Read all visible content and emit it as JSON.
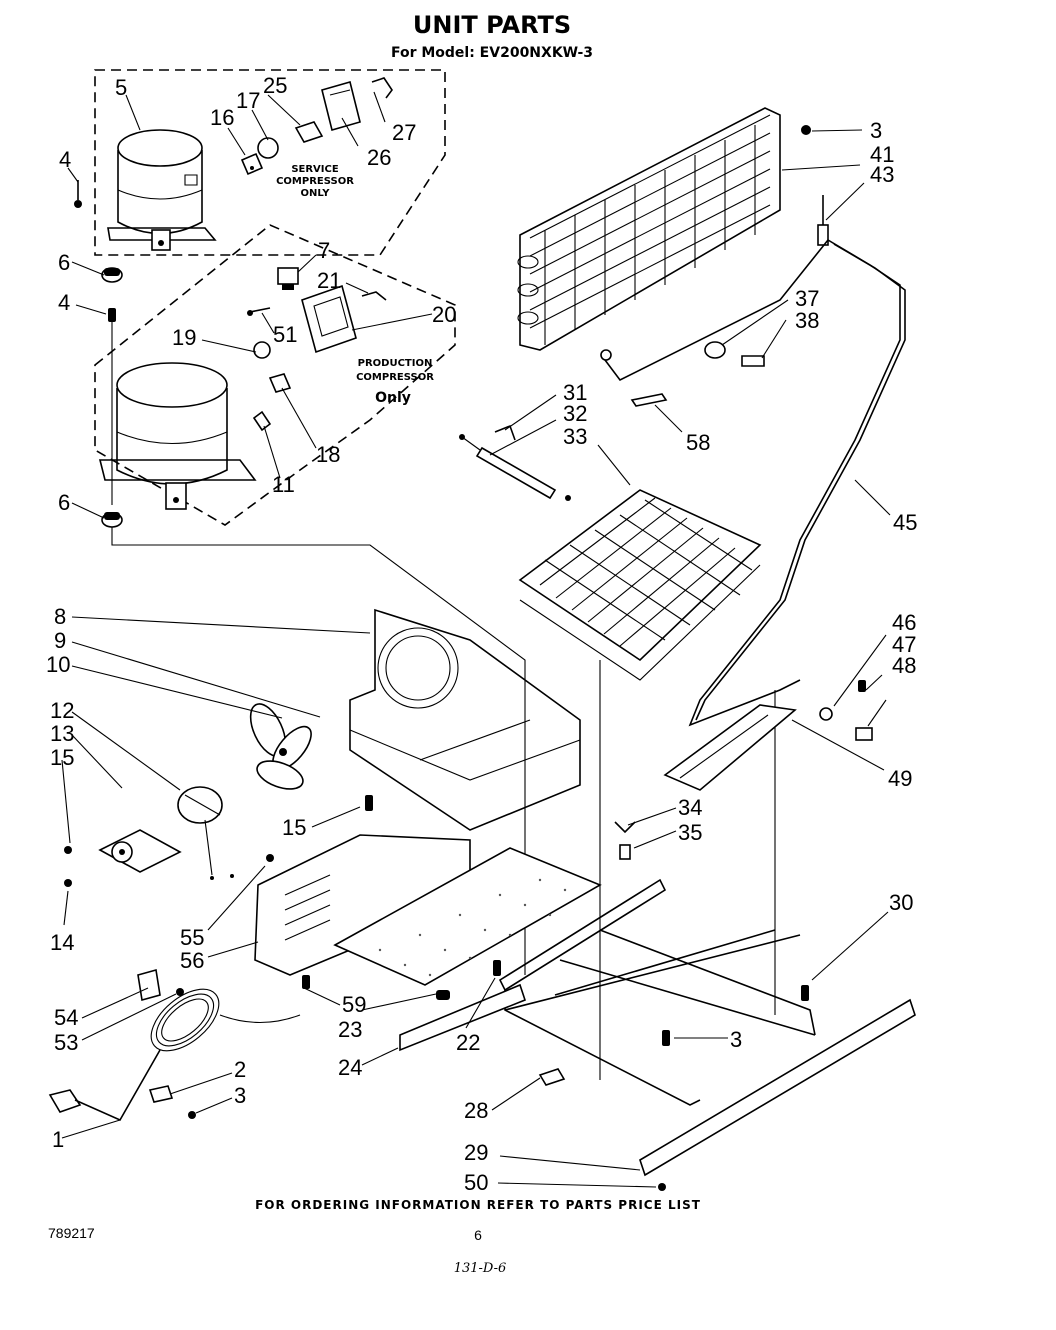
{
  "title": "UNIT PARTS",
  "subtitle": "For Model: EV200NXKW-3",
  "notes": {
    "service_compressor": [
      "SERVICE",
      "COMPRESSOR",
      "ONLY"
    ],
    "production_compressor": [
      "PRODUCTION",
      "COMPRESSOR"
    ],
    "production_only": "Only"
  },
  "footer": {
    "ordering": "FOR ORDERING INFORMATION REFER TO PARTS PRICE LIST",
    "diagram_number": "789217",
    "page_number": "6",
    "handwritten": "131-D-6"
  },
  "callouts": {
    "c5": "5",
    "c25": "25",
    "c17": "17",
    "c16": "16",
    "c27": "27",
    "c26": "26",
    "c4a": "4",
    "c6a": "6",
    "c7": "7",
    "c21": "21",
    "c20": "20",
    "c4b": "4",
    "c51": "51",
    "c19": "19",
    "c18": "18",
    "c11": "11",
    "c6b": "6",
    "c3a": "3",
    "c41": "41",
    "c43": "43",
    "c37": "37",
    "c38": "38",
    "c31": "31",
    "c32": "32",
    "c33": "33",
    "c58": "58",
    "c45": "45",
    "c8": "8",
    "c9": "9",
    "c10": "10",
    "c12": "12",
    "c13": "13",
    "c15a": "15",
    "c15b": "15",
    "c14": "14",
    "c55": "55",
    "c56": "56",
    "c46": "46",
    "c47": "47",
    "c48": "48",
    "c49": "49",
    "c34": "34",
    "c35": "35",
    "c30": "30",
    "c54": "54",
    "c53": "53",
    "c59": "59",
    "c23": "23",
    "c22": "22",
    "c24": "24",
    "c3b": "3",
    "c2": "2",
    "c3c": "3",
    "c28": "28",
    "c1": "1",
    "c29": "29",
    "c50": "50"
  }
}
